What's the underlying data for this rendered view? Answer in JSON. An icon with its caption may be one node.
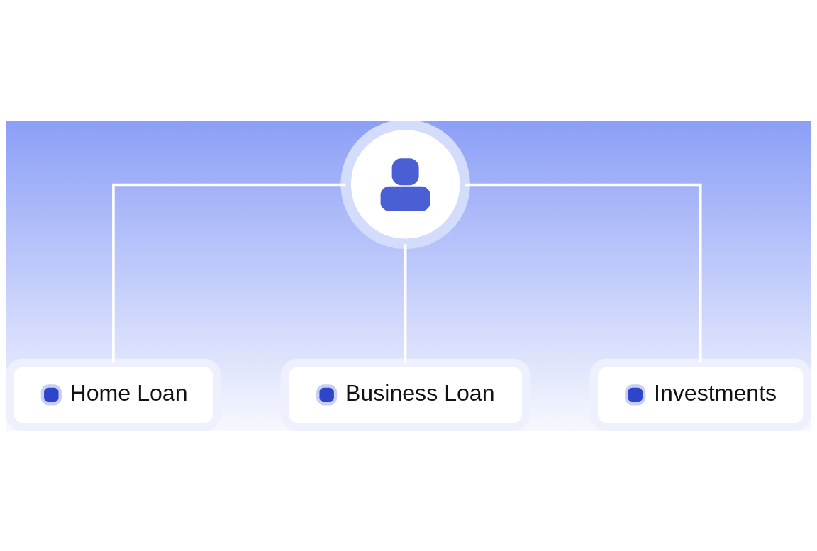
{
  "diagram": {
    "nodes": [
      {
        "text": [],
        "shape": "person"
      },
      {
        "text": [
          "Home Loan"
        ]
      },
      {
        "text": [
          "Business Loan"
        ]
      },
      {
        "text": [
          "Investments"
        ]
      }
    ],
    "edges": [
      {
        "from": 0,
        "to": 1,
        "arrow": "none"
      },
      {
        "from": 0,
        "to": 2,
        "arrow": "none"
      },
      {
        "from": 0,
        "to": 3,
        "arrow": "none"
      }
    ]
  }
}
